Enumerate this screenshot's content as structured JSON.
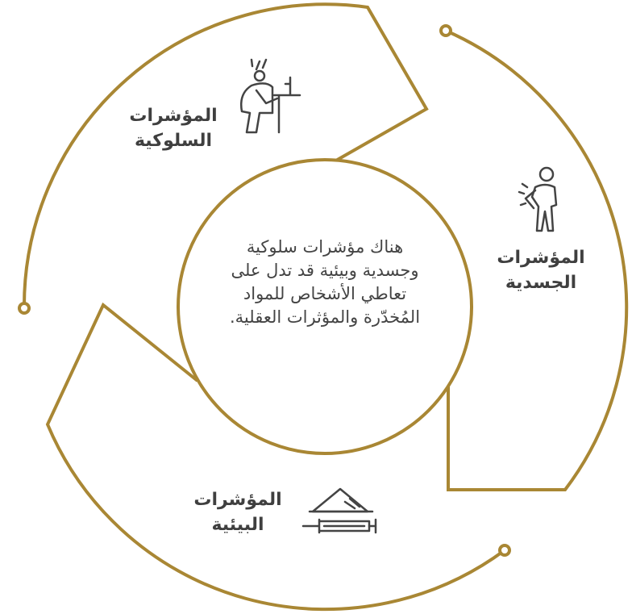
{
  "colors": {
    "accent": "#a98734",
    "icon": "#444444",
    "text": "#3f3f3f",
    "background": "#ffffff"
  },
  "center": {
    "lines": [
      "هناك مؤشرات سلوكية",
      "وجسدية وبيئية قد تدل على",
      "تعاطي الأشخاص للمواد",
      "المُخدّرة والمؤثرات العقلية."
    ]
  },
  "segments": [
    {
      "id": "behavioral",
      "lines": [
        "المؤشرات",
        "السلوكية"
      ],
      "icon": "person-at-desk-icon"
    },
    {
      "id": "physical",
      "lines": [
        "المؤشرات",
        "الجسدية"
      ],
      "icon": "person-in-pain-icon"
    },
    {
      "id": "environmental",
      "lines": [
        "المؤشرات",
        "البيئية"
      ],
      "icon": "drug-paraphernalia-icon"
    }
  ]
}
